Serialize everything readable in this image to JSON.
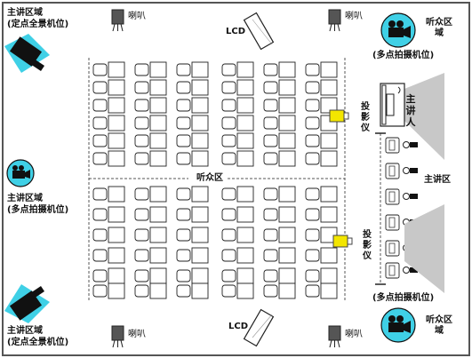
{
  "labels": {
    "main_area": "主讲区域",
    "fixed_pano": "(定点全景机位)",
    "multi_cam": "(多点拍摄机位)",
    "audience_area": "听众区域",
    "speaker_label": "喇叭",
    "lcd": "LCD",
    "projector": "投影仪",
    "main_speaker": "主讲人",
    "stage_area": "主讲区",
    "audience_zone": "听众区"
  },
  "colors": {
    "camera_circle": "#3fd0e6",
    "projector_yellow": "#f3e600",
    "room_border": "#555555",
    "screen_gray": "#c8c8c8"
  },
  "icons": {
    "camera": "camera-icon",
    "speaker": "speaker-icon",
    "projector": "projector-icon",
    "lcd": "lcd-screen-icon",
    "podium": "podium-icon"
  }
}
